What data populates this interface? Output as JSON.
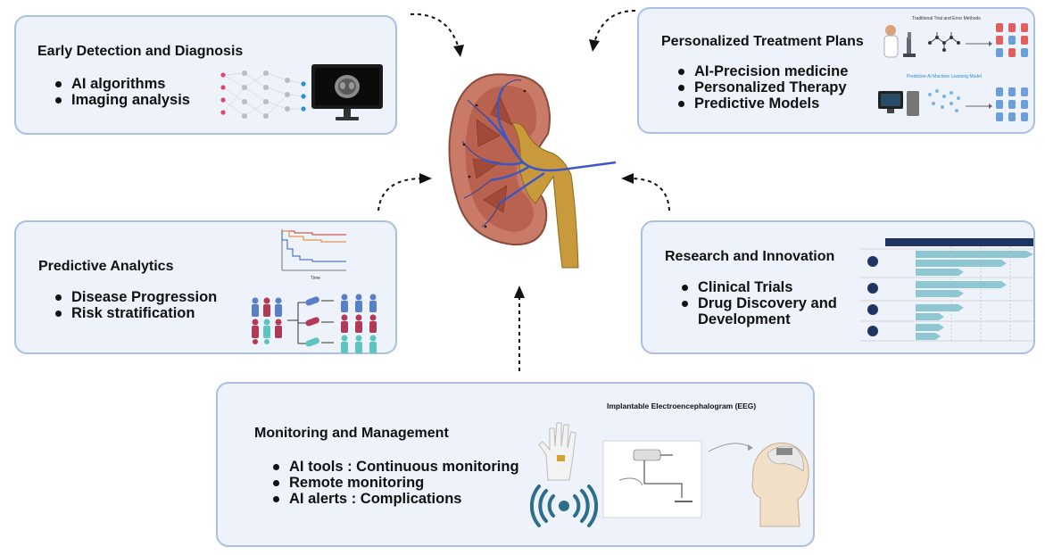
{
  "panels": {
    "early_detection": {
      "title": "Early Detection and Diagnosis",
      "items": [
        "AI algorithms",
        "Imaging analysis"
      ]
    },
    "personalized_treatment": {
      "title": "Personalized Treatment Plans",
      "items": [
        "AI-Precision medicine",
        "Personalized Therapy",
        "Predictive Models"
      ],
      "figure_heading_1": "Traditional Trial and Error Methods",
      "figure_heading_2": "Predictive AI Machine Learning Model"
    },
    "predictive_analytics": {
      "title": "Predictive Analytics",
      "items": [
        "Disease Progression",
        "Risk stratification"
      ],
      "chart_xlabel": "Time"
    },
    "research_innovation": {
      "title": "Research and Innovation",
      "items": [
        "Clinical Trials",
        "Drug Discovery and",
        "Development"
      ]
    },
    "monitoring": {
      "title": "Monitoring and Management",
      "items": [
        "AI tools : Continuous monitoring",
        "Remote monitoring",
        "AI alerts : Complications"
      ],
      "eeg_heading": "Implantable Electroencephalogram (EEG)"
    }
  },
  "colors": {
    "panel_fill": "#eef2fa",
    "panel_border": "#a9bfe3",
    "kidney_cortex": "#c97b67",
    "kidney_vein": "#3b57c4",
    "kidney_pelvis": "#c99a3c",
    "people_blue": "#5a7fc9",
    "people_red": "#b33a57",
    "people_teal": "#5ec4c0"
  },
  "icons": {
    "early_detection": [
      "neural-network-icon",
      "monitor-brain-scan-icon"
    ],
    "personalized_treatment": [
      "scientist-microscope-icon",
      "computer-icon",
      "molecule-icon",
      "patient-grid-icon"
    ],
    "predictive_analytics": [
      "survival-curve-icon",
      "population-stratification-icon"
    ],
    "research_innovation": [
      "clinical-trial-pipeline-icon"
    ],
    "monitoring": [
      "hand-implant-icon",
      "wireless-signal-icon",
      "eeg-implant-head-icon"
    ]
  }
}
